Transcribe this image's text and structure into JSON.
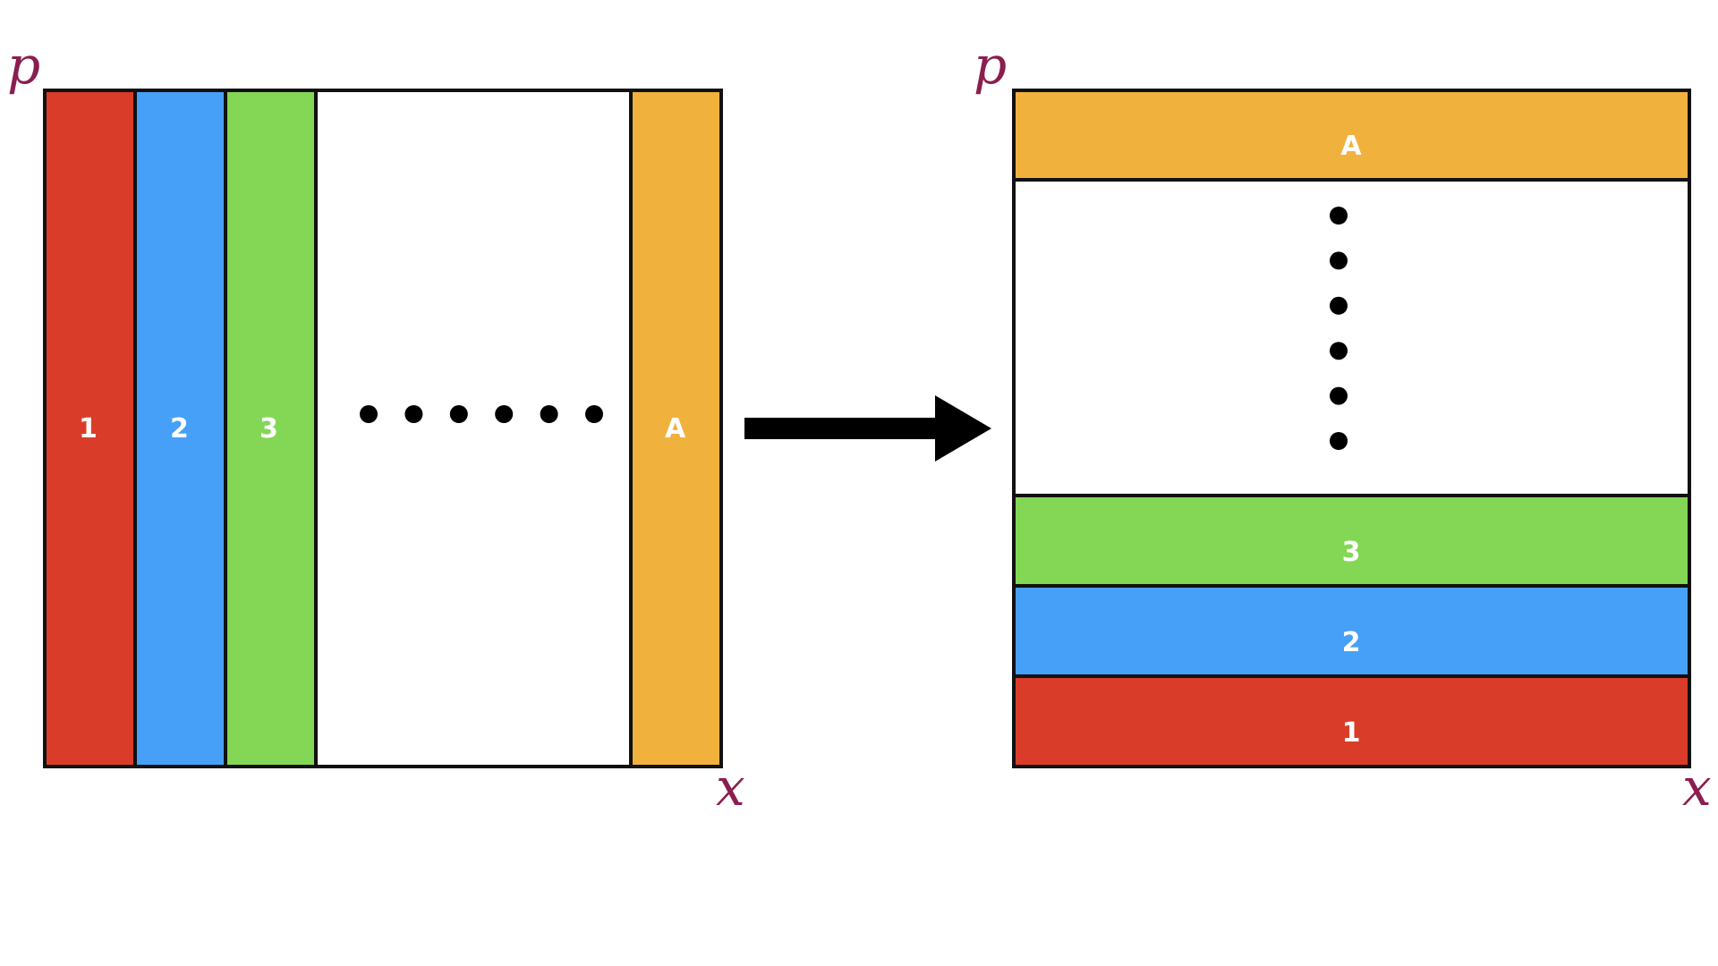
{
  "colors": {
    "axis_label": "#8a1e4f",
    "outline": "#111111",
    "dots": "#000000",
    "arrow": "#000000",
    "strip_text": "#ffffff"
  },
  "left_panel": {
    "y_axis_label": "p",
    "x_axis_label": "x",
    "strips": [
      {
        "label": "1",
        "color": "#d93c28"
      },
      {
        "label": "2",
        "color": "#47a0f8"
      },
      {
        "label": "3",
        "color": "#84d755"
      },
      {
        "label": "A",
        "color": "#f1b13d"
      }
    ],
    "ellipsis_dot_count": 6
  },
  "right_panel": {
    "y_axis_label": "p",
    "x_axis_label": "x",
    "strips": [
      {
        "label": "A",
        "color": "#f1b13d"
      },
      {
        "label": "3",
        "color": "#84d755"
      },
      {
        "label": "2",
        "color": "#47a0f8"
      },
      {
        "label": "1",
        "color": "#d93c28"
      }
    ],
    "ellipsis_dot_count": 6
  },
  "transform_arrow": {
    "direction": "right",
    "icon": "right-arrow-icon"
  }
}
